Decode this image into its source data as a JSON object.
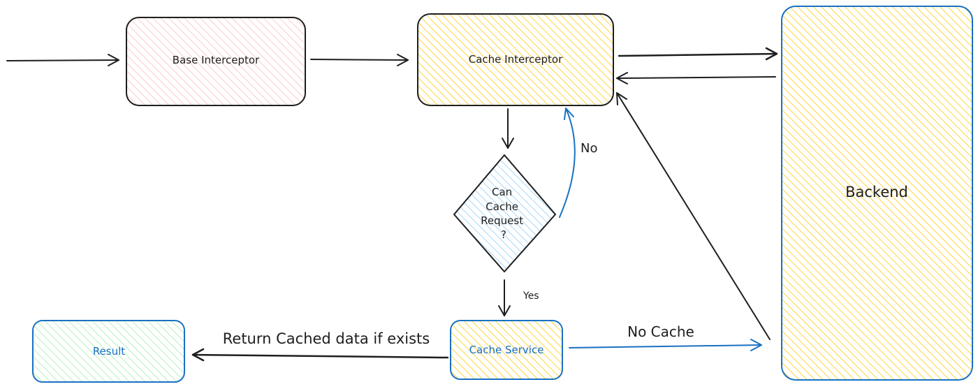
{
  "nodes": {
    "base_interceptor": "Base Interceptor",
    "cache_interceptor": "Cache Interceptor",
    "can_cache_request": [
      "Can",
      "Cache",
      "Request",
      "?"
    ],
    "backend": "Backend",
    "cache_service": "Cache Service",
    "result": "Result"
  },
  "edges": {
    "no_label": "No",
    "yes_label": "Yes",
    "no_cache_label": "No Cache",
    "return_cached_label": "Return Cached data if exists"
  },
  "colors": {
    "stroke": "#1e1e1e",
    "blue": "#1971c2",
    "pink_fill": "#ffc9c9",
    "yellow_fill": "#ffd43b",
    "blue_fill": "#a5d8ff",
    "green_fill": "#b2f2bb"
  }
}
